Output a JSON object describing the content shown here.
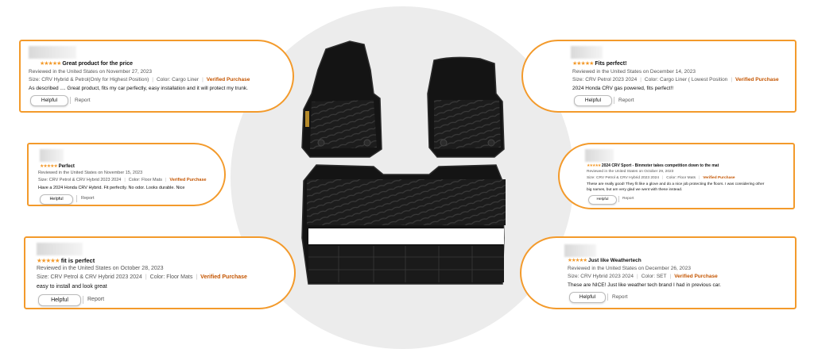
{
  "reviews": [
    {
      "stars": "★★★★★",
      "title": "Great product for the price",
      "reviewed": "Reviewed in the United States on November 27, 2023",
      "size": "Size: CRV Hybrid & Petrol(Only for Highest Position)",
      "color": "Color: Cargo Liner",
      "verified": "Verified Purchase",
      "body": "As described .... Great product, fits my car perfectly, easy installation and it will protect my trunk.",
      "helpful": "Helpful",
      "report": "Report"
    },
    {
      "stars": "★★★★★",
      "title": "Perfect",
      "reviewed": "Reviewed in the United States on November 15, 2023",
      "size": "Size: CRV Petrol & CRV Hybrid 2023 2024",
      "color": "Color: Floor Mats",
      "verified": "Verified Purchase",
      "body": "Have a 2024 Honda CRV Hybrid. Fit perfectly. No odor. Looks durable. Nice",
      "helpful": "Helpful",
      "report": "Report"
    },
    {
      "stars": "★★★★★",
      "title": "fit is perfect",
      "reviewed": "Reviewed in the United States on October 28, 2023",
      "size": "Size: CRV Petrol & CRV Hybrid 2023 2024",
      "color": "Color: Floor Mats",
      "verified": "Verified Purchase",
      "body": "easy to install and look great",
      "helpful": "Helpful",
      "report": "Report"
    },
    {
      "stars": "★★★★★",
      "title": "Fits perfect!",
      "reviewed": "Reviewed in the United States on December 14, 2023",
      "size": "Size: CRV Petrol 2023 2024",
      "color": "Color: Cargo Liner ( Lowest Position",
      "verified": "Verified Purchase",
      "body": "2024 Honda CRV gas powered, fits perfect!!",
      "helpful": "Helpful",
      "report": "Report"
    },
    {
      "stars": "★★★★★",
      "title": "2024 CRV Sport - Binmoter takes competition down to the mat",
      "reviewed": "Reviewed in the United States on October 29, 2023",
      "size": "Size: CRV Petrol & CRV Hybrid 2023 2024",
      "color": "Color: Floor Mats",
      "verified": "Verified Purchase",
      "body1": "These are really good! They fit like a glove and do a nice job protecting the floors. I was considering other",
      "body2": "big names, but am very glad we went with these instead.",
      "helpful": "Helpful",
      "report": "Report"
    },
    {
      "stars": "★★★★★",
      "title": "Just like Weathertech",
      "reviewed": "Reviewed in the United States on December 26, 2023",
      "size": "Size: CRV Hybrid 2023 2024",
      "color": "Color: SET",
      "verified": "Verified Purchase",
      "body": "These are NICE! Just like weather tech brand I had in previous car.",
      "helpful": "Helpful",
      "report": "Report"
    }
  ]
}
